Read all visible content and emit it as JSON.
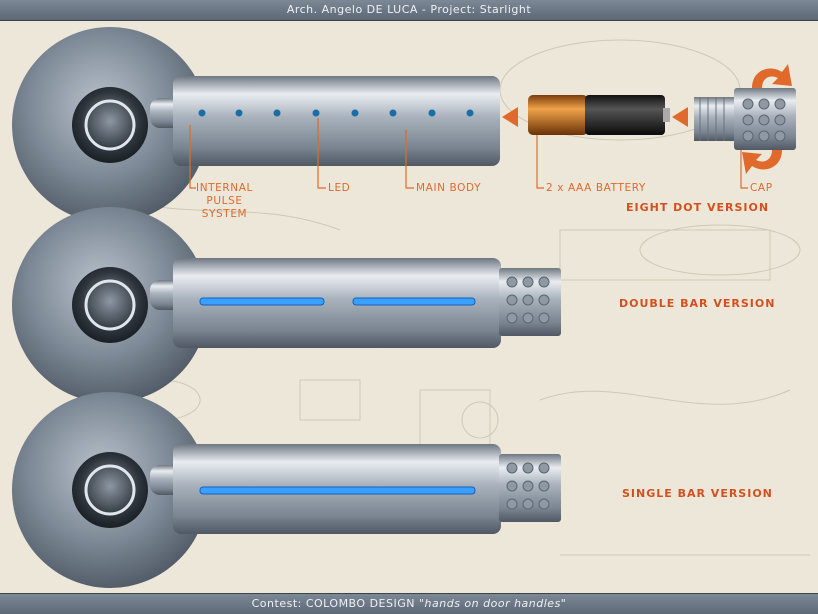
{
  "header": {
    "title": "Arch. Angelo DE LUCA - Project: Starlight"
  },
  "footer": {
    "prefix": "Contest: COLOMBO DESIGN",
    "quote": "\"hands on door handles\""
  },
  "labels": {
    "internal_pulse": [
      "INTERNAL",
      "PULSE",
      "SYSTEM"
    ],
    "led": "LED",
    "main_body": "MAIN BODY",
    "battery": "2 x AAA BATTERY",
    "cap": "CAP"
  },
  "versions": {
    "eight_dot": "EIGHT DOT VERSION",
    "double_bar": "DOUBLE BAR VERSION",
    "single_bar": "SINGLE BAR VERSION"
  },
  "colors": {
    "accent": "#e06a2c",
    "led": "#3aa0ff",
    "header_bg": "#6b7785"
  },
  "icons": [
    "arrow-left-icon",
    "rotate-arrow-icon"
  ]
}
